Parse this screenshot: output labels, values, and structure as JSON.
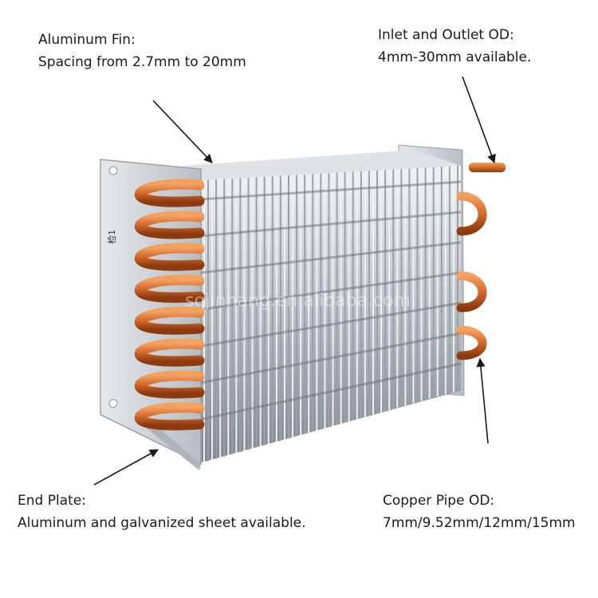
{
  "annotations": {
    "fin": {
      "title": "Aluminum Fin:",
      "detail": "Spacing from 2.7mm to 20mm"
    },
    "inlet": {
      "title": "Inlet and Outlet OD:",
      "detail": "4mm-30mm available."
    },
    "end_plate": {
      "title": "End Plate:",
      "detail": "Aluminum and galvanized sheet available."
    },
    "copper_pipe": {
      "title": "Copper Pipe OD:",
      "detail": "7mm/9.52mm/12mm/15mm"
    }
  },
  "plate_marking": "检1",
  "watermark": "sqjinhang.en.alibaba.com",
  "colors": {
    "copper": "#d2692c",
    "copper_dark": "#9c3f12",
    "aluminum": "#c9ced3",
    "aluminum_dark": "#8d949b",
    "arrow": "#1a1a1a"
  }
}
